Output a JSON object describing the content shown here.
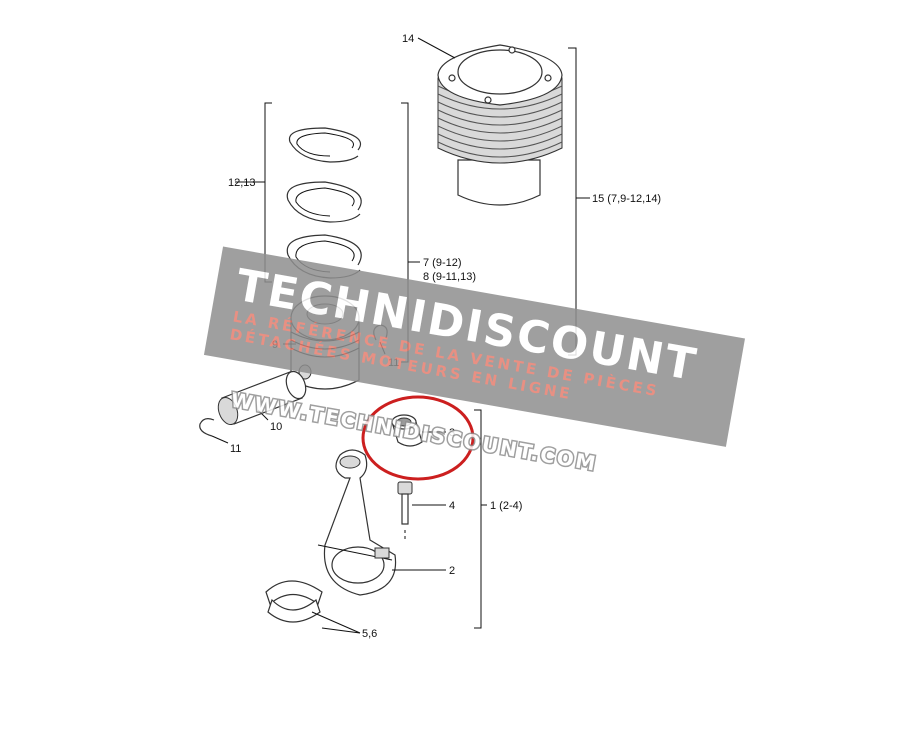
{
  "labels": {
    "part_14": "14",
    "part_12_13": "12,13",
    "part_15": "15 (7,9-12,14)",
    "part_7": "7 (9-12)",
    "part_8": "8 (9-11,13)",
    "part_9": "9",
    "part_11_top": "11",
    "part_10": "10",
    "part_11_bottom": "11",
    "part_3": "3",
    "part_4": "4",
    "part_1": "1 (2-4)",
    "part_2": "2",
    "part_5_6": "5,6"
  },
  "watermark": {
    "title": "TECHNIDISCOUNT",
    "line1": "LA RÉFÉRENCE DE LA VENTE DE PIÈCES",
    "line2": "DÉTACHÉES MOTEURS EN LIGNE",
    "url": "WWW.TECHNIDISCOUNT.COM"
  },
  "colors": {
    "watermark_band": "#8f8f8f",
    "highlight_circle": "#cc1f1f",
    "watermark_red_text": "#e57d6e"
  }
}
